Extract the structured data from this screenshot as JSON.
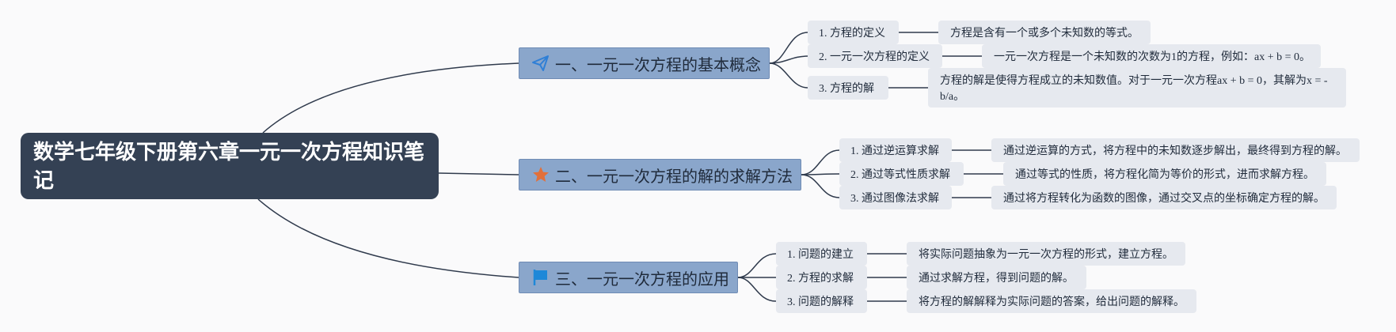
{
  "mindmap": {
    "root": {
      "title": "数学七年级下册第六章一元一次方程知识笔记"
    },
    "colors": {
      "root_bg": "#344154",
      "branch_bg": "#8aa6cb",
      "node_bg": "#e6e9ef",
      "connector": "#2f3a4c",
      "send_icon": "#2f7fd6",
      "star_icon": "#e2703a",
      "flag_icon": "#1e88d8"
    },
    "branches": [
      {
        "title": "一、一元一次方程的基本概念",
        "icon": "send-icon",
        "items": [
          {
            "label": "1. 方程的定义",
            "detail": "方程是含有一个或多个未知数的等式。"
          },
          {
            "label": "2. 一元一次方程的定义",
            "detail": "一元一次方程是一个未知数的次数为1的方程，例如：ax + b = 0。"
          },
          {
            "label": "3. 方程的解",
            "detail": "方程的解是使得方程成立的未知数值。对于一元一次方程ax + b = 0，其解为x = -b/a。"
          }
        ]
      },
      {
        "title": "二、一元一次方程的解的求解方法",
        "icon": "star-icon",
        "items": [
          {
            "label": "1. 通过逆运算求解",
            "detail": "通过逆运算的方式，将方程中的未知数逐步解出，最终得到方程的解。"
          },
          {
            "label": "2. 通过等式性质求解",
            "detail": "通过等式的性质，将方程化简为等价的形式，进而求解方程。"
          },
          {
            "label": "3. 通过图像法求解",
            "detail": "通过将方程转化为函数的图像，通过交叉点的坐标确定方程的解。"
          }
        ]
      },
      {
        "title": "三、一元一次方程的应用",
        "icon": "flag-icon",
        "items": [
          {
            "label": "1. 问题的建立",
            "detail": "将实际问题抽象为一元一次方程的形式，建立方程。"
          },
          {
            "label": "2. 方程的求解",
            "detail": "通过求解方程，得到问题的解。"
          },
          {
            "label": "3. 问题的解释",
            "detail": "将方程的解解释为实际问题的答案，给出问题的解释。"
          }
        ]
      }
    ]
  }
}
